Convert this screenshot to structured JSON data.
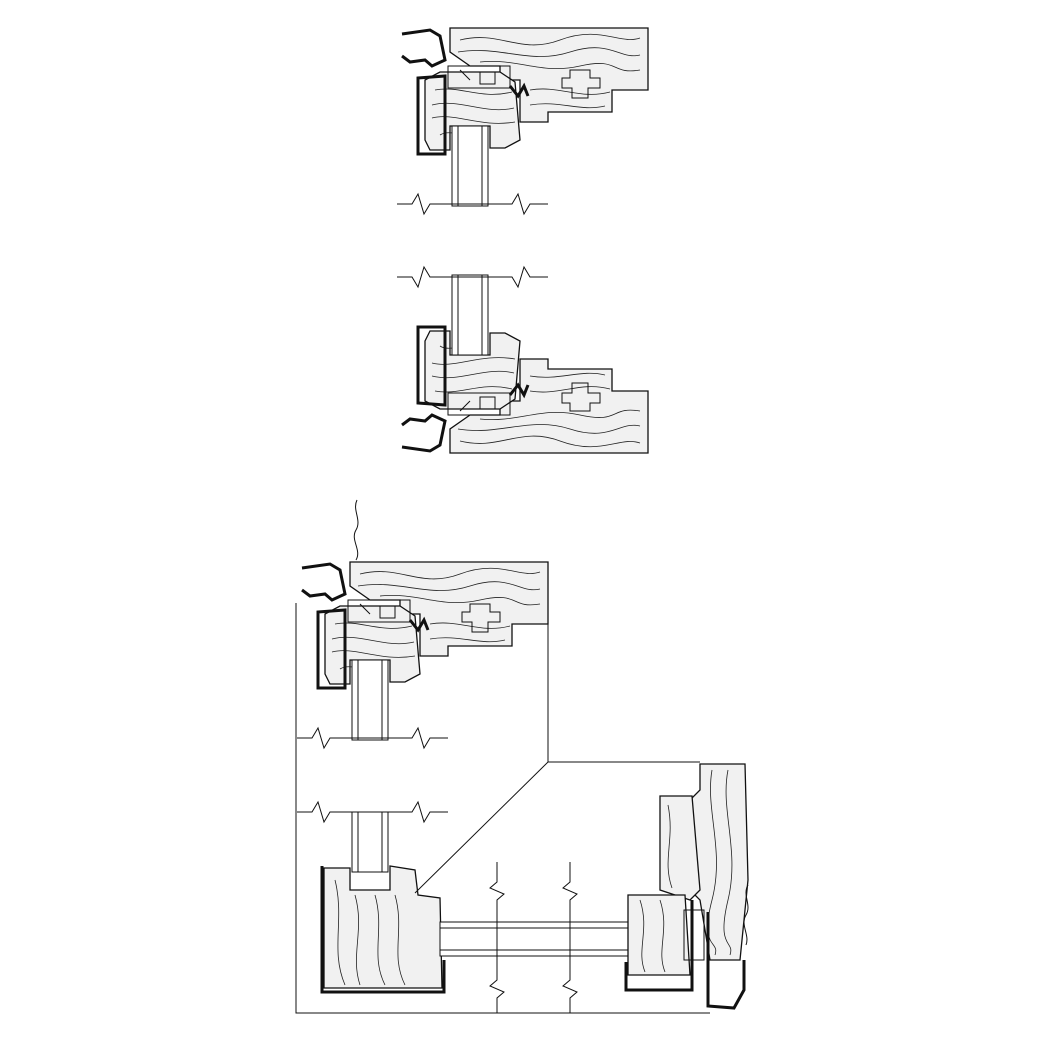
{
  "drawing": {
    "details": [
      "head-section",
      "sill-section",
      "corner-plan-section"
    ],
    "colors": {
      "line": "#111111",
      "wood_fill": "#f1f1f1",
      "background": "#ffffff"
    }
  }
}
